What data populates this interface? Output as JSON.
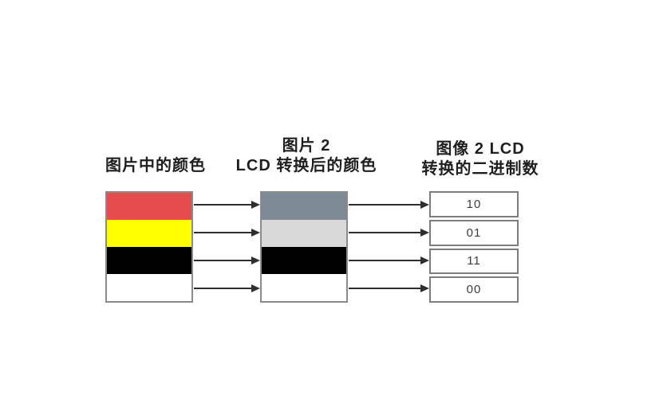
{
  "diagram": {
    "col1": {
      "title": "图片中的颜色",
      "rows": [
        {
          "name": "red",
          "color": "#E74C4C"
        },
        {
          "name": "yellow",
          "color": "#FFFF00"
        },
        {
          "name": "black",
          "color": "#000000"
        },
        {
          "name": "white",
          "color": "#FFFFFF"
        }
      ]
    },
    "col2": {
      "title_line1": "图片 2",
      "title_line2": "LCD 转换后的颜色",
      "rows": [
        {
          "name": "slate-gray",
          "color": "#7E8A96"
        },
        {
          "name": "light-gray",
          "color": "#D9D9D9"
        },
        {
          "name": "black",
          "color": "#000000"
        },
        {
          "name": "white",
          "color": "#FFFFFF"
        }
      ]
    },
    "col3": {
      "title_line1": "图像 2 LCD",
      "title_line2": "转换的二进制数",
      "values": [
        "10",
        "01",
        "11",
        "00"
      ]
    },
    "styles": {
      "background": "#FFFFFF",
      "box_border_color": "#8A8A8A",
      "table_border_color": "#7D7D7D",
      "arrow_color": "#2E2E2E",
      "title_color": "#1F1F1F",
      "value_color": "#3D3D3D"
    }
  }
}
